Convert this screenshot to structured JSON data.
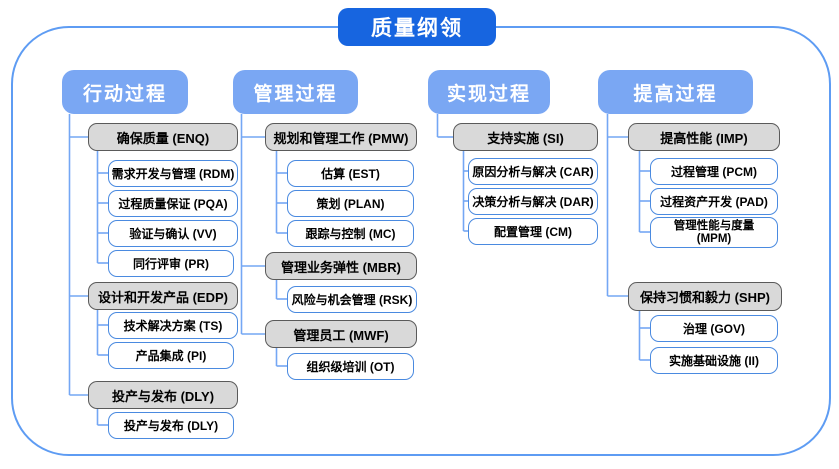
{
  "title": "质量纲领",
  "colors": {
    "title_bg": "#1765E0",
    "header_bg": "#7AA7F3",
    "frame_border": "#5E9CF3",
    "connector": "#74A7F4",
    "white_node_border": "#4A8AE0",
    "gray_node_bg": "#D9D9D9",
    "gray_node_border": "#5A5A5A"
  },
  "columns": [
    {
      "header": "行动过程",
      "groups": [
        {
          "label": "确保质量 (ENQ)",
          "children": [
            "需求开发与管理 (RDM)",
            "过程质量保证 (PQA)",
            "验证与确认 (VV)",
            "同行评审 (PR)"
          ]
        },
        {
          "label": "设计和开发产品 (EDP)",
          "children": [
            "技术解决方案 (TS)",
            "产品集成 (PI)"
          ]
        },
        {
          "label": "投产与发布 (DLY)",
          "children": [
            "投产与发布 (DLY)"
          ]
        }
      ]
    },
    {
      "header": "管理过程",
      "groups": [
        {
          "label": "规划和管理工作 (PMW)",
          "children": [
            "估算 (EST)",
            "策划 (PLAN)",
            "跟踪与控制 (MC)"
          ]
        },
        {
          "label": "管理业务弹性 (MBR)",
          "children": [
            "风险与机会管理 (RSK)"
          ]
        },
        {
          "label": "管理员工 (MWF)",
          "children": [
            "组织级培训 (OT)"
          ]
        }
      ]
    },
    {
      "header": "实现过程",
      "groups": [
        {
          "label": "支持实施 (SI)",
          "children": [
            "原因分析与解决 (CAR)",
            "决策分析与解决 (DAR)",
            "配置管理 (CM)"
          ]
        }
      ]
    },
    {
      "header": "提高过程",
      "groups": [
        {
          "label": "提高性能 (IMP)",
          "children": [
            "过程管理 (PCM)",
            "过程资产开发 (PAD)",
            "管理性能与度量 (MPM)"
          ]
        },
        {
          "label": "保持习惯和毅力 (SHP)",
          "children": [
            "治理 (GOV)",
            "实施基础设施 (II)"
          ]
        }
      ]
    }
  ]
}
